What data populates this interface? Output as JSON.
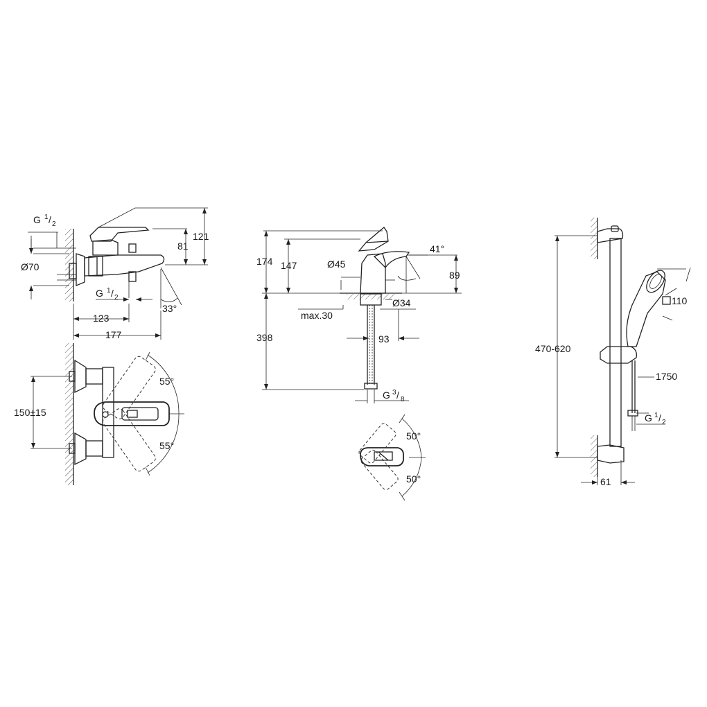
{
  "dimensions": {
    "bath_mixer": {
      "thread_inlet": "G",
      "thread_inlet_num": "1",
      "thread_inlet_den": "2",
      "flange_dia": "Ø70",
      "thread_outlet": "G",
      "thread_outlet_num": "1",
      "thread_outlet_den": "2",
      "height_81": "81",
      "height_121": "121",
      "angle_spout": "33°",
      "depth_123": "123",
      "depth_177": "177",
      "lever_up": "55°",
      "lever_down": "55°",
      "centers": "150±15"
    },
    "basin_mixer": {
      "height_174": "174",
      "height_147": "147",
      "body_dia": "Ø45",
      "angle_spout": "41°",
      "spout_height": "89",
      "base_dia": "Ø34",
      "deck_max": "max.30",
      "hose_length": "398",
      "reach": "93",
      "thread": "G",
      "thread_num": "3",
      "thread_den": "8",
      "lever_up": "50°",
      "lever_down": "50°"
    },
    "shower_rail": {
      "rail_range": "470-620",
      "head_size": "110",
      "hose_length": "1750",
      "thread": "G",
      "thread_num": "1",
      "thread_den": "2",
      "wall_offset": "61"
    }
  }
}
